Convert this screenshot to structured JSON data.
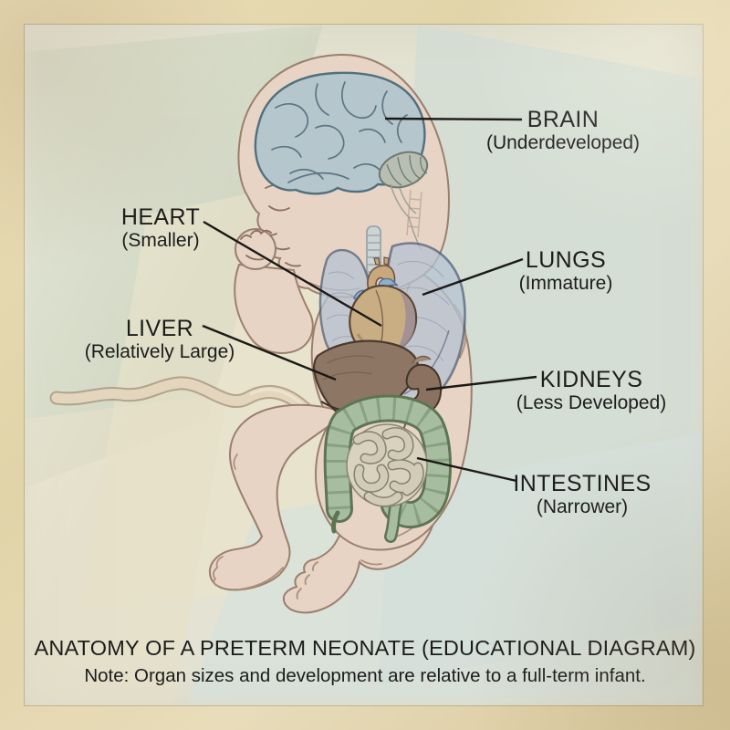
{
  "labels": [
    {
      "id": "brain",
      "term": "BRAIN",
      "qualifier": "(Underdeveloped)"
    },
    {
      "id": "heart",
      "term": "HEART",
      "qualifier": "(Smaller)"
    },
    {
      "id": "lungs",
      "term": "LUNGS",
      "qualifier": "(Immature)"
    },
    {
      "id": "liver",
      "term": "LIVER",
      "qualifier": "(Relatively Large)"
    },
    {
      "id": "kidneys",
      "term": "KIDNEYS",
      "qualifier": "(Less Developed)"
    },
    {
      "id": "intestines",
      "term": "INTESTINES",
      "qualifier": "(Narrower)"
    }
  ],
  "caption": {
    "title": "ANATOMY OF A PRETERM NEONATE (EDUCATIONAL DIAGRAM)",
    "note": "Note: Organ sizes and development are relative to a full-term infant."
  },
  "illustration": {
    "subject": "curled preterm neonate in left profile with internal organs visible",
    "organs": [
      "brain",
      "cerebellum",
      "trachea",
      "lungs",
      "heart",
      "liver",
      "kidney",
      "large-intestine",
      "small-intestine",
      "umbilical-cord"
    ]
  },
  "colors": {
    "text": "#1c1c1c",
    "leader_line": "#1b1916",
    "frame_border": "#e2d4ab",
    "panel_background": "#e4e3d3",
    "skin": "#e8d4c5",
    "brain": "#b5c6cc",
    "cerebellum": "#b9beb2",
    "lung": "#b6c4d3",
    "heart": "#c9ae84",
    "heart_mauve": "#9e8e95",
    "vessel_blue": "#8fb0cd",
    "aorta": "#c9a87e",
    "liver": "#8d7664",
    "kidney": "#8b7260",
    "colon": "#a7bda0",
    "small_intestine": "#d8d2bf",
    "umbilical_cord": "#e3d6bd",
    "trachea": "#ccd5d3"
  }
}
